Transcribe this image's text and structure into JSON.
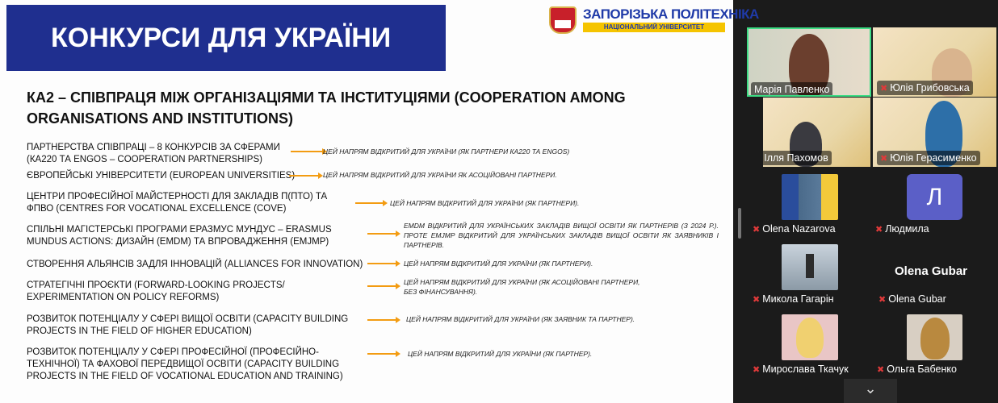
{
  "slide": {
    "title": "КОНКУРСИ ДЛЯ УКРАЇНИ",
    "logo": {
      "name": "ЗАПОРІЗЬКА ПОЛІТЕХНІКА",
      "subtitle": "НАЦІОНАЛЬНИЙ УНІВЕРСИТЕТ"
    },
    "heading": "КА2 – СПІВПРАЦЯ МІЖ ОРГАНІЗАЦІЯМИ ТА ІНСТИТУЦІЯМИ (COOPERATION AMONG ORGANISATIONS AND INSTITUTIONS)",
    "rows": [
      {
        "label": "ПАРТНЕРСТВА СПІВПРАЦІ – 8 КОНКУРСІВ ЗА СФЕРАМИ (КА220 ТА ENGOS – COOPERATION PARTNERSHIPS)",
        "note": "ЦЕЙ НАПРЯМ ВІДКРИТИЙ ДЛЯ УКРАЇНИ (ЯК ПАРТНЕРИ КА220 ТА ENGOS)"
      },
      {
        "label": "ЄВРОПЕЙСЬКІ УНІВЕРСИТЕТИ (EUROPEAN UNIVERSITIES)",
        "note": "ЦЕЙ НАПРЯМ ВІДКРИТИЙ ДЛЯ УКРАЇНИ ЯК АСОЦІЙОВАНІ ПАРТНЕРИ."
      },
      {
        "label": "ЦЕНТРИ ПРОФЕСІЙНОЇ МАЙСТЕРНОСТІ ДЛЯ ЗАКЛАДІВ П(ПТО) ТА ФПВО (CENTRES FOR VOCATIONAL EXCELLENCE (COVE)",
        "note": "ЦЕЙ НАПРЯМ ВІДКРИТИЙ ДЛЯ УКРАЇНИ (ЯК ПАРТНЕРИ)."
      },
      {
        "label": "СПІЛЬНІ МАГІСТЕРСЬКІ ПРОГРАМИ ЕРАЗМУС МУНДУС – ERASMUS MUNDUS ACTIONS: ДИЗАЙН (EMDM) ТА ВПРОВАДЖЕННЯ (EMJMP)",
        "note": "EMDM ВІДКРИТИЙ ДЛЯ УКРАЇНСЬКИХ ЗАКЛАДІВ ВИЩОЇ ОСВІТИ ЯК ПАРТНЕРІВ (З 2024 Р.). ПРОТЕ EMJMP ВІДКРИТИЙ ДЛЯ УКРАЇНСЬКИХ ЗАКЛАДІВ ВИЩОЇ ОСВІТИ ЯК ЗАЯВНИКІВ І ПАРТНЕРІВ."
      },
      {
        "label": "СТВОРЕННЯ АЛЬЯНСІВ ЗАДЛЯ ІННОВАЦІЙ (ALLIANCES FOR INNOVATION)",
        "note": "ЦЕЙ НАПРЯМ ВІДКРИТИЙ ДЛЯ УКРАЇНИ (ЯК ПАРТНЕРИ)."
      },
      {
        "label": "СТРАТЕГІЧНІ ПРОЄКТИ (FORWARD-LOOKING PROJECTS/ EXPERIMENTATION ON POLICY REFORMS)",
        "note": "ЦЕЙ НАПРЯМ ВІДКРИТИЙ ДЛЯ УКРАЇНИ (ЯК АСОЦІЙОВАНІ ПАРТНЕРИ, БЕЗ ФІНАНСУВАННЯ)."
      },
      {
        "label": "РОЗВИТОК ПОТЕНЦІАЛУ У СФЕРІ ВИЩОЇ ОСВІТИ (CAPACITY BUILDING PROJECTS IN THE FIELD OF HIGHER EDUCATION)",
        "note": "ЦЕЙ НАПРЯМ ВІДКРИТИЙ ДЛЯ УКРАЇНИ (ЯК ЗАЯВНИК ТА ПАРТНЕР)."
      },
      {
        "label": "РОЗВИТОК ПОТЕНЦІАЛУ У СФЕРІ ПРОФЕСІЙНОЇ (ПРОФЕСІЙНО-ТЕХНІЧНОЇ) ТА ФАХОВОЇ ПЕРЕДВИЩОЇ ОСВІТИ (CAPACITY BUILDING PROJECTS IN THE FIELD OF VOCATIONAL EDUCATION AND TRAINING)",
        "note": "ЦЕЙ НАПРЯМ ВІДКРИТИЙ ДЛЯ УКРАЇНИ (ЯК ПАРТНЕР)."
      }
    ]
  },
  "participants": [
    {
      "name": "Марія Павленко",
      "muted": false,
      "speaking": true
    },
    {
      "name": "Юлія Грибовська",
      "muted": true
    },
    {
      "name": "Ілля Пахомов",
      "muted": true
    },
    {
      "name": "Юлія Герасименко",
      "muted": true
    },
    {
      "name": "Olena Nazarova",
      "muted": true
    },
    {
      "name": "Людмила",
      "muted": true,
      "initial": "Л"
    },
    {
      "name": "Микола Гагарін",
      "muted": true
    },
    {
      "name": "Olena Gubar",
      "muted": true,
      "placeholder": "Olena Gubar"
    },
    {
      "name": "Мирослава Ткачук",
      "muted": true
    },
    {
      "name": "Ольга Бабенко",
      "muted": true
    }
  ],
  "icons": {
    "mute": "🎙",
    "chevron": "⌄"
  },
  "colors": {
    "banner": "#1f2f8f",
    "arrow": "#f39c12",
    "speaking": "#3ddc84",
    "avatar": "#5b5fc7"
  }
}
